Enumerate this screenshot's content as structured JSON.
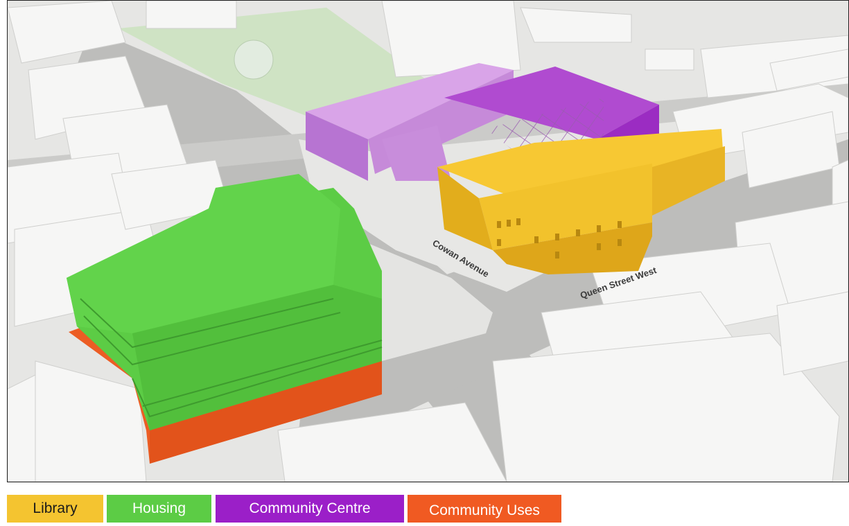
{
  "streets": {
    "cowan": "Cowan Avenue",
    "queen": "Queen Street West"
  },
  "legend": {
    "library": "Library",
    "housing": "Housing",
    "community_centre": "Community Centre",
    "community_uses": "Community Uses"
  },
  "colors": {
    "library": "#f4c430",
    "housing": "#5ccc45",
    "community_centre": "#9b1fc8",
    "community_uses": "#f05a22"
  }
}
